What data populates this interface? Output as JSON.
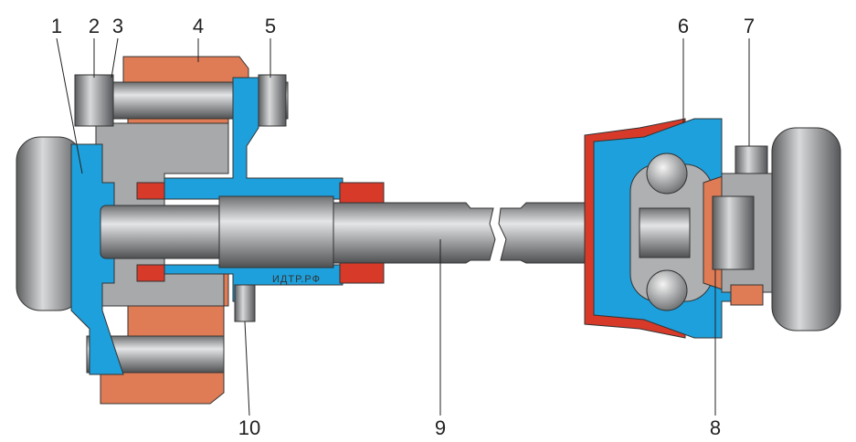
{
  "diagram": {
    "labels": [
      "1",
      "2",
      "3",
      "4",
      "5",
      "6",
      "7",
      "8",
      "9",
      "10"
    ],
    "watermark": "ИДТР.РФ",
    "colors": {
      "housing": "#1ea0dc",
      "body": "#e07c55",
      "seal": "#d83a2a",
      "metal": "#9a9c9e"
    }
  }
}
